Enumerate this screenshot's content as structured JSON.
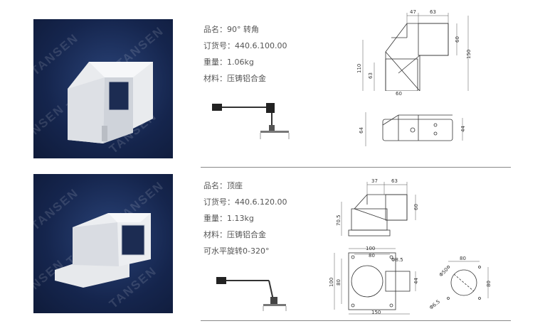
{
  "products": [
    {
      "name_label": "品名：",
      "name_value": "90° 转角",
      "order_label": "订货号：",
      "order_value": "440.6.100.00",
      "weight_label": "重量：",
      "weight_value": "1.06kg",
      "material_label": "材料：",
      "material_value": "压铸铝合金",
      "watermark": "TANSEN",
      "dims": {
        "top_a": "47",
        "top_b": "63",
        "right_a": "60",
        "right_b": "150",
        "left_a": "110",
        "left_b": "63",
        "bottom": "60",
        "plan_left": "64",
        "plan_right": "44"
      }
    },
    {
      "name_label": "品名：",
      "name_value": "顶座",
      "order_label": "订货号：",
      "order_value": "440.6.120.00",
      "weight_label": "重量：",
      "weight_value": "1.13kg",
      "material_label": "材料：",
      "material_value": "压铸铝合金",
      "rotation_note": "可水平旋转0-320°",
      "watermark": "TANSEN",
      "dims": {
        "top_a": "37",
        "top_b": "63",
        "right_a": "60",
        "left_a": "70.5",
        "plan_w1": "100",
        "plan_w2": "80",
        "plan_hole": "Φ8.5",
        "plan_h1": "100",
        "plan_h2": "80",
        "plan_r": "44",
        "plan_bottom": "150",
        "circle_w": "80",
        "circle_d": "Φ50",
        "circle_h": "80",
        "circle_hole": "Φ6.5"
      }
    }
  ]
}
